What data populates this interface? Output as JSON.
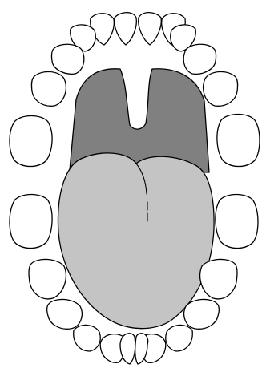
{
  "diagram": {
    "subject": "occlusal-view-of-mouth-with-tongue",
    "colors": {
      "background": "#ffffff",
      "outline": "#000000",
      "tooth_fill": "#ffffff",
      "palate_fill": "#808080",
      "tongue_fill": "#c4c4c4"
    },
    "counts": {
      "upper_teeth": 12,
      "lower_teeth": 12
    }
  }
}
